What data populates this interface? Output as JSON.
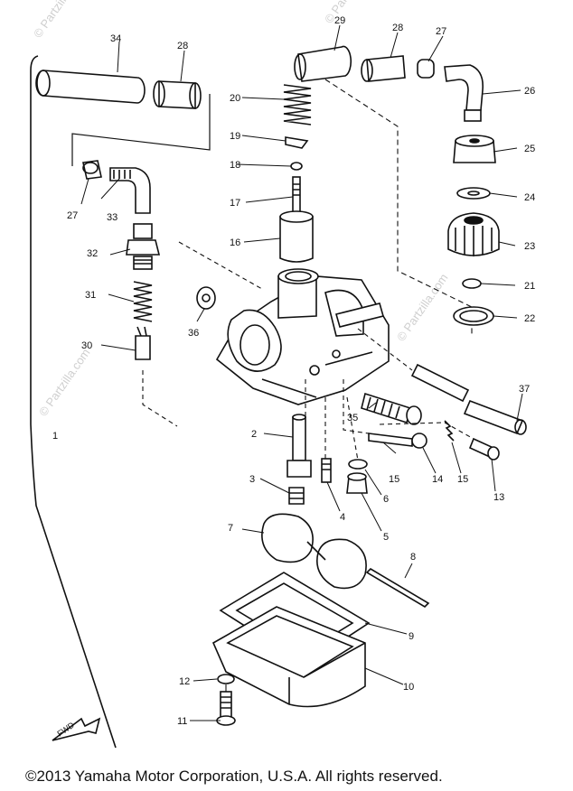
{
  "watermark": "© Partzilla.com",
  "copyright": "©2013 Yamaha Motor Corporation, U.S.A. All rights reserved.",
  "fwd_label": "FWD",
  "callouts": [
    "1",
    "2",
    "3",
    "4",
    "5",
    "6",
    "7",
    "8",
    "9",
    "10",
    "11",
    "12",
    "13",
    "14",
    "15",
    "15",
    "16",
    "17",
    "18",
    "19",
    "20",
    "21",
    "22",
    "23",
    "24",
    "25",
    "26",
    "27",
    "27",
    "28",
    "28",
    "29",
    "30",
    "31",
    "32",
    "33",
    "34",
    "35",
    "36",
    "37"
  ]
}
